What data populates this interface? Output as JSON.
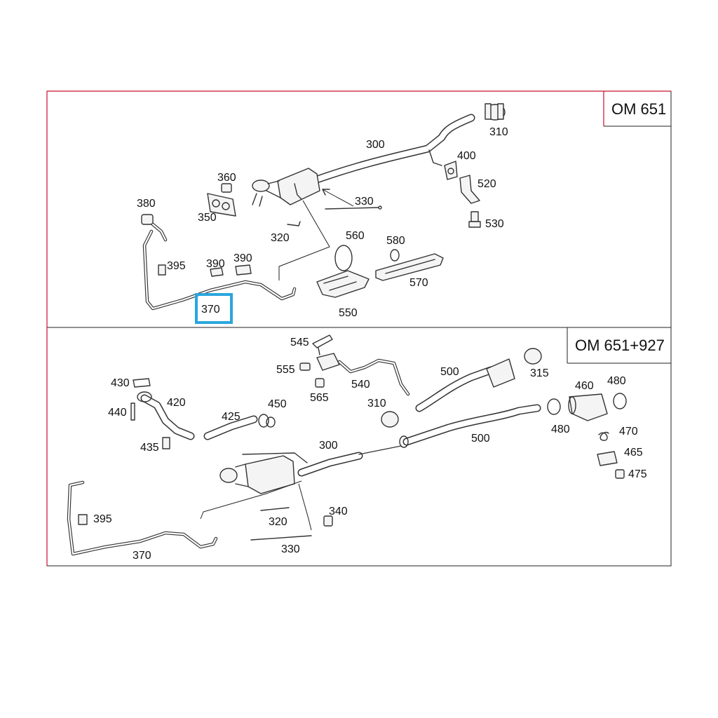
{
  "sections": [
    {
      "engine_label": "OM 651",
      "labels": [
        {
          "id": "310",
          "text": "310"
        },
        {
          "id": "300",
          "text": "300"
        },
        {
          "id": "400",
          "text": "400"
        },
        {
          "id": "360",
          "text": "360"
        },
        {
          "id": "520",
          "text": "520"
        },
        {
          "id": "330",
          "text": "330"
        },
        {
          "id": "380",
          "text": "380"
        },
        {
          "id": "350",
          "text": "350"
        },
        {
          "id": "530",
          "text": "530"
        },
        {
          "id": "320",
          "text": "320"
        },
        {
          "id": "560",
          "text": "560"
        },
        {
          "id": "580",
          "text": "580"
        },
        {
          "id": "395",
          "text": "395"
        },
        {
          "id": "390a",
          "text": "390"
        },
        {
          "id": "390b",
          "text": "390"
        },
        {
          "id": "570",
          "text": "570"
        },
        {
          "id": "370",
          "text": "370"
        },
        {
          "id": "550",
          "text": "550"
        }
      ]
    },
    {
      "engine_label": "OM 651+927",
      "labels": [
        {
          "id": "545",
          "text": "545"
        },
        {
          "id": "555",
          "text": "555"
        },
        {
          "id": "500a",
          "text": "500"
        },
        {
          "id": "315",
          "text": "315"
        },
        {
          "id": "540",
          "text": "540"
        },
        {
          "id": "430",
          "text": "430"
        },
        {
          "id": "565",
          "text": "565"
        },
        {
          "id": "460",
          "text": "460"
        },
        {
          "id": "480a",
          "text": "480"
        },
        {
          "id": "420",
          "text": "420"
        },
        {
          "id": "440",
          "text": "440"
        },
        {
          "id": "425",
          "text": "425"
        },
        {
          "id": "450",
          "text": "450"
        },
        {
          "id": "310",
          "text": "310"
        },
        {
          "id": "480b",
          "text": "480"
        },
        {
          "id": "470",
          "text": "470"
        },
        {
          "id": "500b",
          "text": "500"
        },
        {
          "id": "435",
          "text": "435"
        },
        {
          "id": "300",
          "text": "300"
        },
        {
          "id": "465",
          "text": "465"
        },
        {
          "id": "475",
          "text": "475"
        },
        {
          "id": "340",
          "text": "340"
        },
        {
          "id": "395",
          "text": "395"
        },
        {
          "id": "320",
          "text": "320"
        },
        {
          "id": "330",
          "text": "330"
        },
        {
          "id": "370",
          "text": "370"
        }
      ]
    }
  ],
  "highlighted_label": "370",
  "colors": {
    "frame_accent": "#c8102e",
    "highlight": "#2aa6dc",
    "line": "#333333"
  }
}
